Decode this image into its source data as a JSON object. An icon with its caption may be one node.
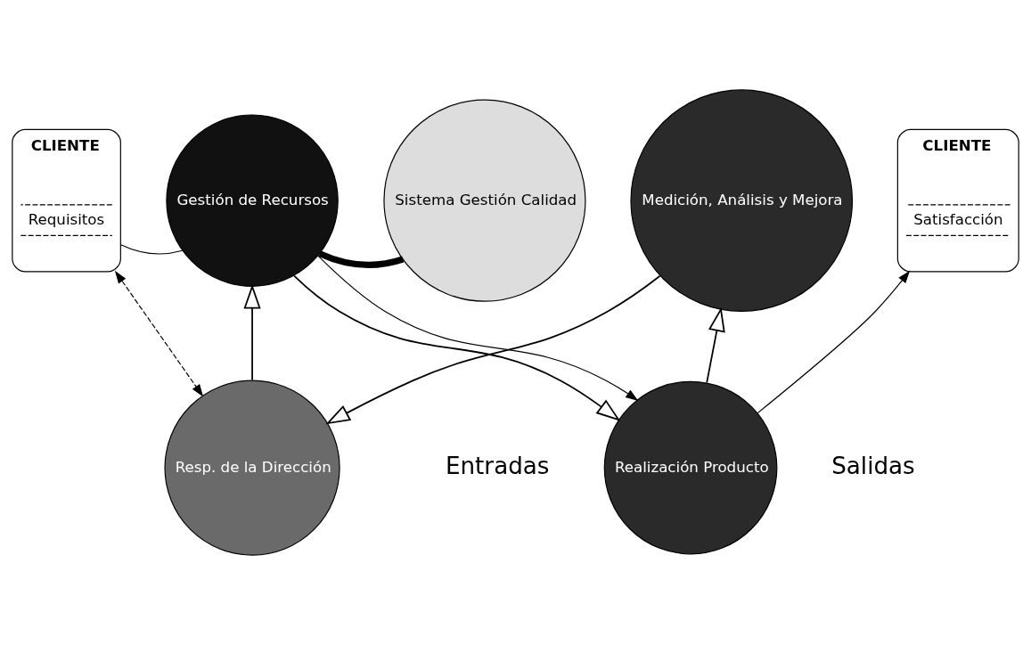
{
  "diagram": {
    "nodes": [
      {
        "text": [
          "CLIENTE",
          "Requisitos"
        ]
      },
      {
        "text": [
          "Resp. de la Dirección"
        ]
      },
      {
        "text": [
          "CLIENTE",
          "Satisfacción"
        ]
      },
      {
        "text": [
          "Gestión de Recursos"
        ]
      },
      {
        "text": [
          "Sistema Gestión Calidad"
        ]
      },
      {
        "text": [
          "Medición, Análisis y Mejora"
        ]
      },
      {
        "text": [
          "Realización Producto"
        ]
      }
    ],
    "edges": [
      {
        "from": 0,
        "to": 1,
        "arrow": "both",
        "style": "dashed"
      },
      {
        "from": 1,
        "to": 3,
        "arrow": "to"
      },
      {
        "from": 3,
        "to": 6,
        "arrow": "to"
      },
      {
        "from": 6,
        "to": 5,
        "arrow": "to"
      },
      {
        "from": 5,
        "to": 1,
        "arrow": "to"
      },
      {
        "from": 0,
        "to": 3,
        "arrow": "none"
      },
      {
        "from": 3,
        "to": 4,
        "arrow": "none",
        "style": "thick"
      },
      {
        "from": 3,
        "to": 6,
        "arrow": "to"
      },
      {
        "from": 6,
        "to": 2,
        "arrow": "to"
      }
    ],
    "labels": [
      "Entradas",
      "Salidas"
    ]
  }
}
